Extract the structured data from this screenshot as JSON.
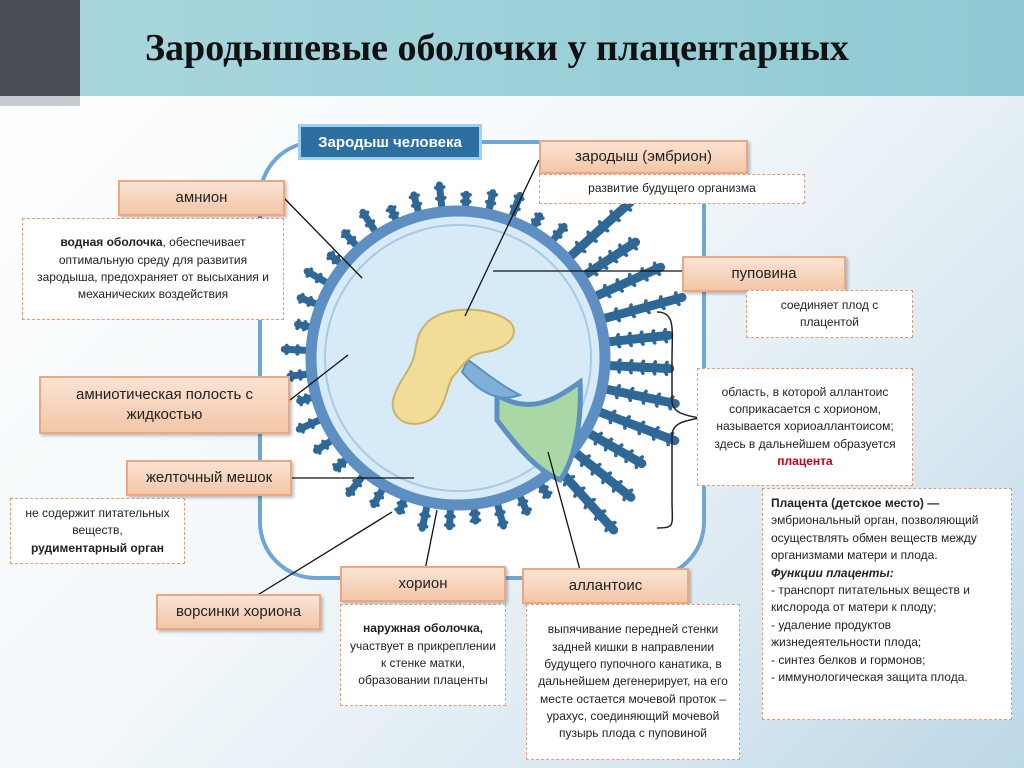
{
  "title": "Зародышевые оболочки у плацентарных",
  "frame_title": "Зародыш человека",
  "colors": {
    "header": "#8fcad4",
    "frame_border": "#6ea7d6",
    "frame_title": "#2d6f9e",
    "membrane": "#5d8fc3",
    "villi": "#2f6897",
    "cavity": "#d6ebf7",
    "embryo": "#f1dd97",
    "allantois": "#a9d8a6",
    "label_fill": "#f3c6a8",
    "accent_red": "#c0001d"
  },
  "labels": {
    "embryo": "зародыш (эмбрион)",
    "amnion": "амнион",
    "umbilical": "пуповина",
    "amniotic_cavity": "амниотическая полость с жидкостью",
    "yolk_sac": "желточный мешок",
    "chorion_villi": "ворсинки хориона",
    "chorion": "хорион",
    "allantois": "аллантоис"
  },
  "descriptions": {
    "embryo": "развитие будущего организма",
    "amnion": {
      "bold": "водная оболочка",
      "text": ", обеспечивает оптимальную среду для развития зародыша, предохраняет от высыхания и механических воздействия"
    },
    "umbilical": "соединяет плод с плацентой",
    "chorioallantois": {
      "text": "область, в которой аллантоис соприкасается с хорионом, называется хориоаллантоисом; здесь в дальнейшем образуется",
      "red": "плацента"
    },
    "yolk_sac": {
      "text": "не содержит питательных веществ,",
      "bold": "рудиментарный орган"
    },
    "chorion": {
      "bold": "наружная оболочка,",
      "text": "участвует в прикреплении к стенке матки, образовании плаценты"
    },
    "allantois": "выпячивание передней стенки задней кишки в направлении будущего пупочного канатика, в дальнейшем дегенерирует, на его месте остается мочевой проток – урахус, соединяющий мочевой пузырь плода с пуповиной"
  },
  "placenta": {
    "bold": "Плацента (детское место) —",
    "text": "эмбриональный орган, позволяющий осуществлять обмен веществ между организмами матери и плода.",
    "functions_title": "Функции плаценты:",
    "functions": [
      "- транспорт питательных веществ и кислорода от матери к плоду;",
      "- удаление продуктов жизнедеятельности плода;",
      "- синтез белков и гормонов;",
      "- иммунологическая защита плода."
    ]
  }
}
